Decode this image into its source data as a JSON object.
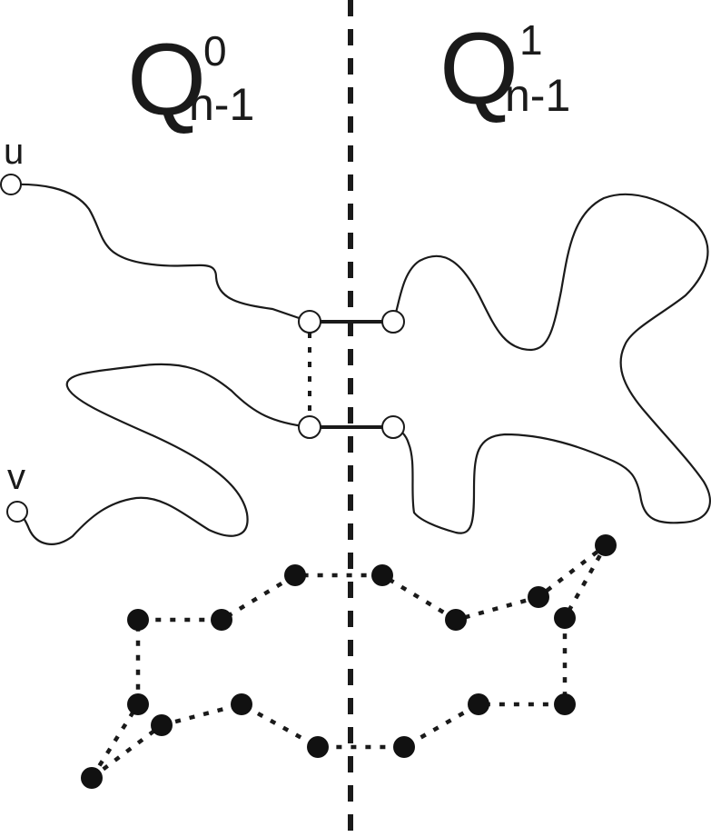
{
  "labels": {
    "left_subcube": {
      "base": "Q",
      "superscript": "0",
      "subscript": "n-1"
    },
    "right_subcube": {
      "base": "Q",
      "superscript": "1",
      "subscript": "n-1"
    },
    "vertex_u": "u",
    "vertex_v": "v"
  },
  "colors": {
    "stroke": "#1a1a1a",
    "background": "#ffffff",
    "vertex_fill_open": "#ffffff",
    "vertex_fill_solid": "#111111"
  }
}
